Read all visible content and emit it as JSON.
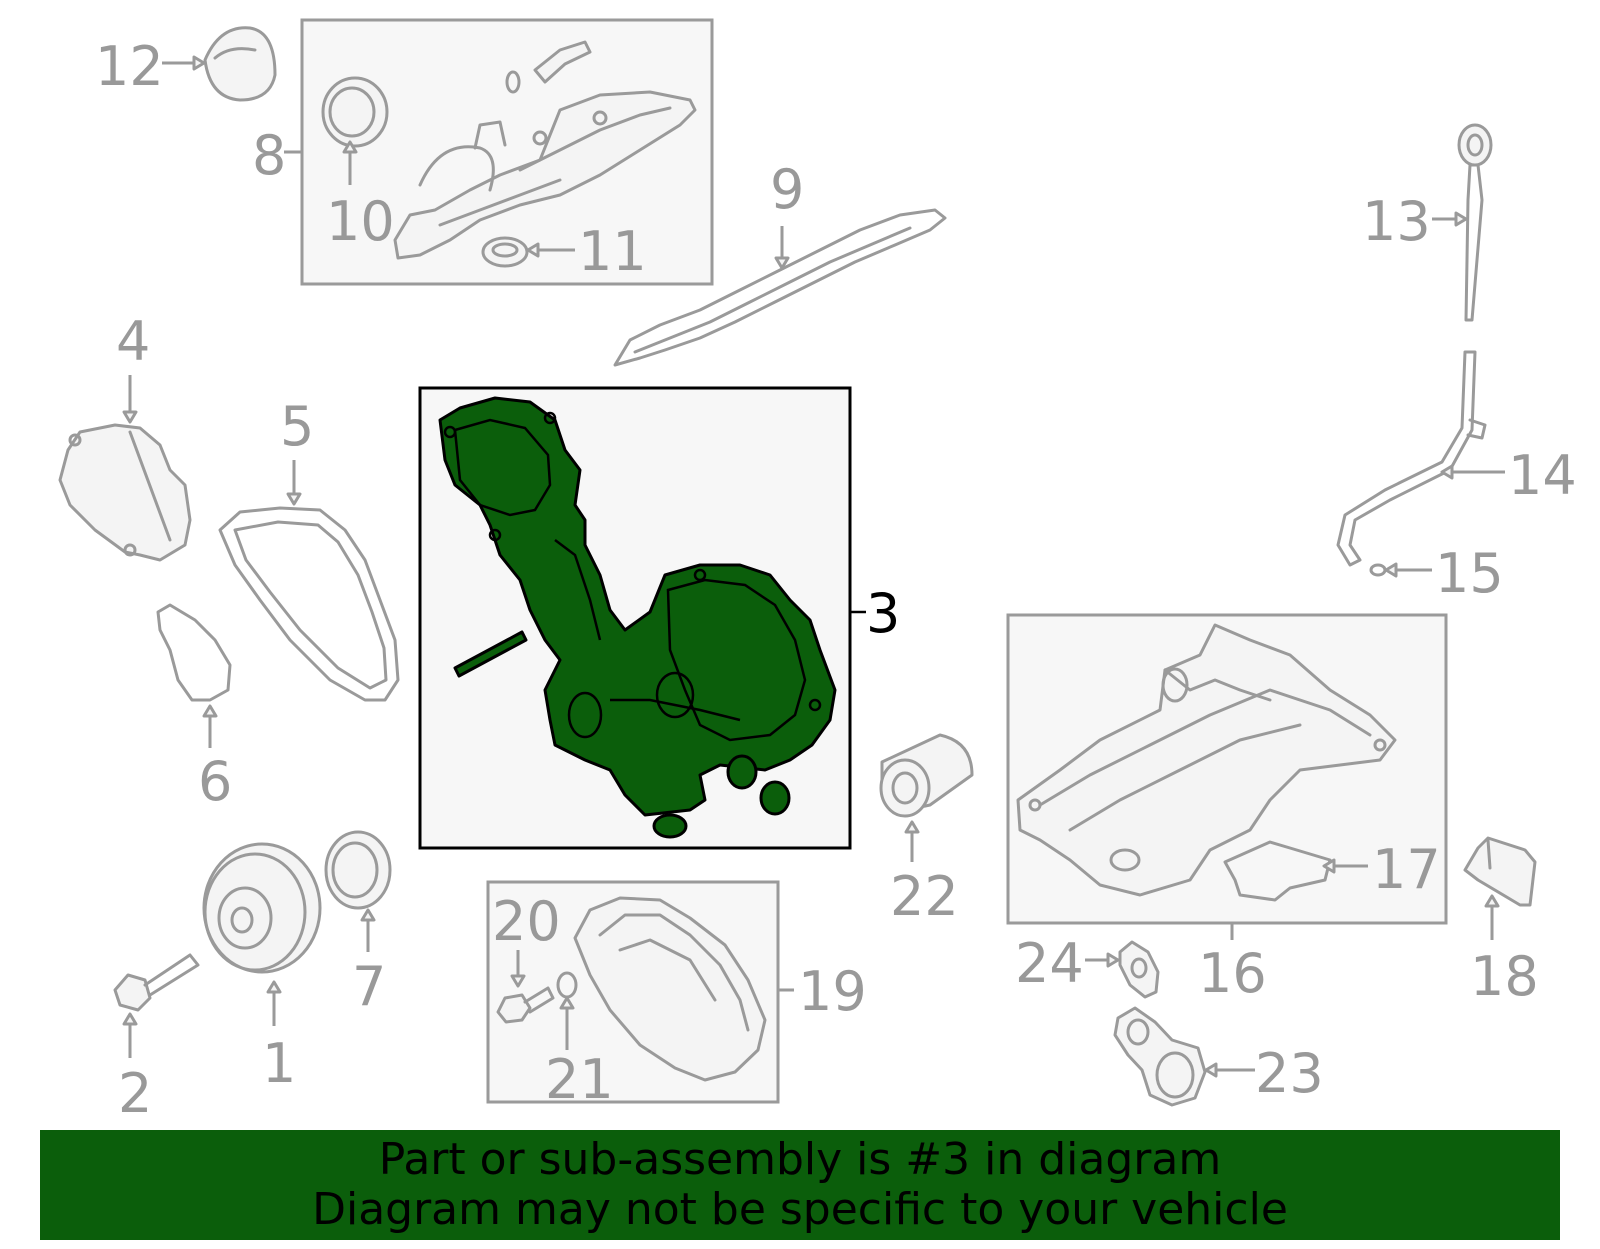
{
  "labels": {
    "l1": "1",
    "l2": "2",
    "l3": "3",
    "l4": "4",
    "l5": "5",
    "l6": "6",
    "l7": "7",
    "l8": "8",
    "l9": "9",
    "l10": "10",
    "l11": "11",
    "l12": "12",
    "l13": "13",
    "l14": "14",
    "l15": "15",
    "l16": "16",
    "l17": "17",
    "l18": "18",
    "l19": "19",
    "l20": "20",
    "l21": "21",
    "l22": "22",
    "l23": "23",
    "l24": "24"
  },
  "highlighted_part": "3",
  "colors": {
    "highlight": "#0b5e0b",
    "banner": "#0b5e0b",
    "part_lines": "#9a9a9a",
    "labels": "#999999"
  },
  "banner": {
    "line1": "Part or sub-assembly is #3 in diagram",
    "line2": "Diagram may not be specific to your vehicle"
  }
}
